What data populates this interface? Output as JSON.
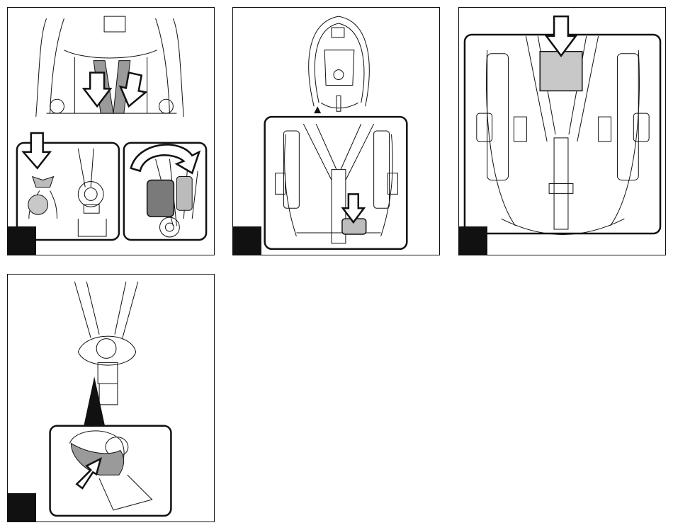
{
  "document": {
    "panels": [
      {
        "id": "p1",
        "step_label": "",
        "icon": "harness-release-arrows-icon"
      },
      {
        "id": "p2",
        "step_label": "",
        "icon": "harness-adjuster-button-icon"
      },
      {
        "id": "p3",
        "step_label": "",
        "icon": "crotch-pad-press-icon"
      },
      {
        "id": "p4",
        "step_label": "",
        "icon": "buckle-release-icon"
      }
    ],
    "colors": {
      "line": "#111111",
      "fill_dark": "#7a7a7a",
      "fill_light": "#c8c8c8",
      "badge": "#111111"
    }
  }
}
